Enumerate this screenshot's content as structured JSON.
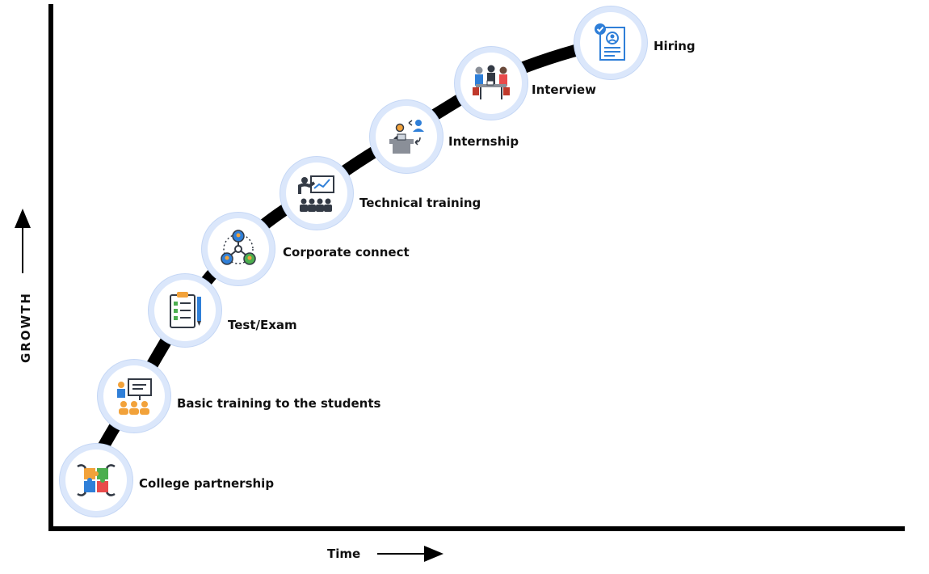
{
  "axes": {
    "x_label": "Time",
    "y_label": "GROWTH"
  },
  "steps": [
    {
      "label": "College partnership",
      "icon": "puzzle-hands-icon"
    },
    {
      "label": "Basic training to the students",
      "icon": "classroom-presentation-icon"
    },
    {
      "label": "Test/Exam",
      "icon": "clipboard-checklist-icon"
    },
    {
      "label": "Corporate connect",
      "icon": "network-people-icon"
    },
    {
      "label": "Technical training",
      "icon": "trainer-audience-icon"
    },
    {
      "label": "Internship",
      "icon": "desk-worker-icon"
    },
    {
      "label": "Interview",
      "icon": "interview-meeting-icon"
    },
    {
      "label": "Hiring",
      "icon": "resume-check-icon"
    }
  ],
  "colors": {
    "curve": "#000000",
    "ring": "#dbe7fb",
    "icon_blue": "#2f7fd8",
    "icon_orange": "#f2a23a",
    "icon_dark": "#333a45"
  }
}
